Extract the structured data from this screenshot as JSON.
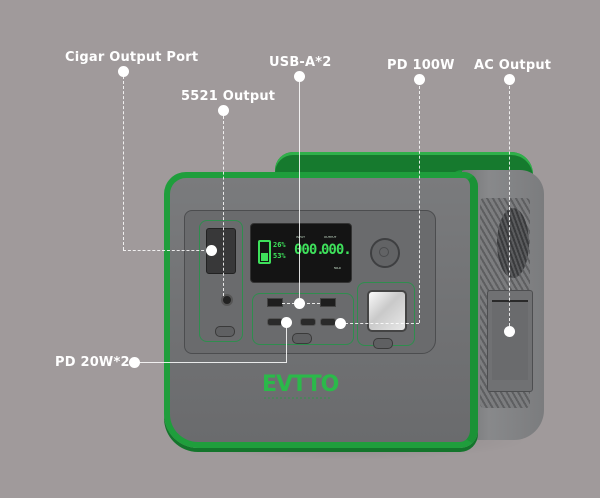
{
  "product": {
    "brand_logo": "EVTTO",
    "accent_color": "#1f9e3c",
    "background_color": "#a09a9b",
    "body_color": "#707173"
  },
  "callouts": [
    {
      "id": "cigar",
      "label": "Cigar Output Port"
    },
    {
      "id": "dc5521",
      "label": "5521 Output"
    },
    {
      "id": "usba",
      "label": "USB-A*2"
    },
    {
      "id": "pd100",
      "label": "PD 100W"
    },
    {
      "id": "ac",
      "label": "AC Output"
    },
    {
      "id": "pd20",
      "label": "PD 20W*2"
    }
  ],
  "display": {
    "percent_top": "26%",
    "percent_bottom": "53%",
    "input_label": "INPUT",
    "input_value": "000.",
    "output_label": "OUTPUT",
    "output_value": "000.",
    "output_unit": "50Hz"
  }
}
